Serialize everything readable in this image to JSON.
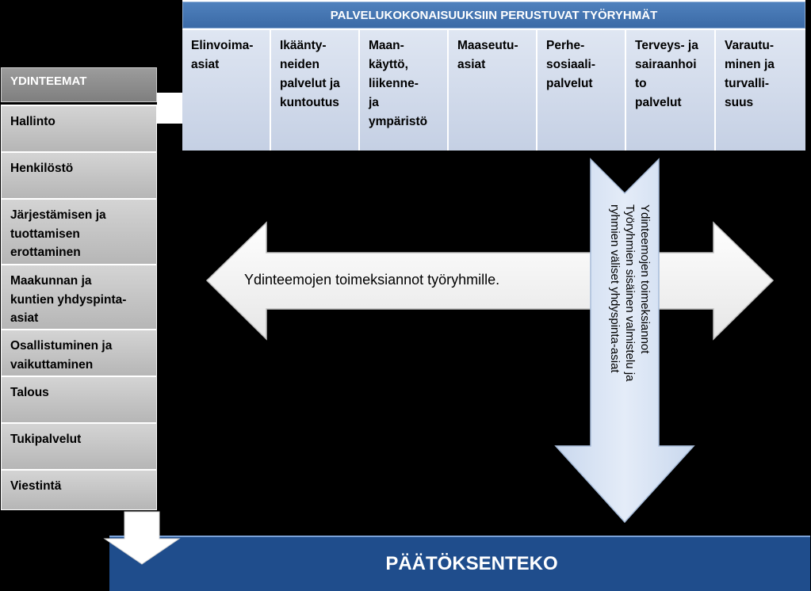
{
  "work_groups": {
    "header": "PALVELUKOKONAISUUKSIIN PERUSTUVAT TYÖRYHMÄT",
    "columns": [
      "Elinvoima-\nasiat",
      "Ikäänty-\nneiden\npalvelut ja\nkuntoutus",
      "Maan-\nkäyttö,\nliikenne-\nja\nympäristö",
      "Maaseutu-\nasiat",
      "Perhe-\nsosiaali-\npalvelut",
      "Terveys- ja\nsairaanhoi\nto\npalvelut",
      "Varautu-\nminen ja\nturvalli-\nsuus"
    ]
  },
  "core_themes": {
    "header": "YDINTEEMAT",
    "items": [
      "Hallinto",
      "Henkilöstö",
      "Järjestämisen ja\ntuottamisen\nerottaminen",
      "Maakunnan ja\nkuntien yhdyspinta-\nasiat",
      "Osallistuminen ja\nvaikuttaminen",
      "Talous",
      "Tukipalvelut",
      "Viestintä"
    ]
  },
  "arrows": {
    "horizontal_label": "Ydinteemojen toimeksiannot työryhmille.",
    "vertical_label": "Ydinteemojen toimeksiannot\nTyöryhmien sisäinen valmistelu ja\nryhmien väliset yhdyspinta-asiat"
  },
  "decision": {
    "label": "PÄÄTÖKSENTEKO"
  },
  "colors": {
    "header_blue": "#4f81bd",
    "column_fill": "#c5d0e4",
    "core_header_gray": "#7f7f7f",
    "core_item_gray": "#b6b6b6",
    "arrow_fill": "#f2f2f2",
    "vertical_arrow_fill": "#dbe6f5",
    "decision_blue": "#1f4d8c"
  }
}
